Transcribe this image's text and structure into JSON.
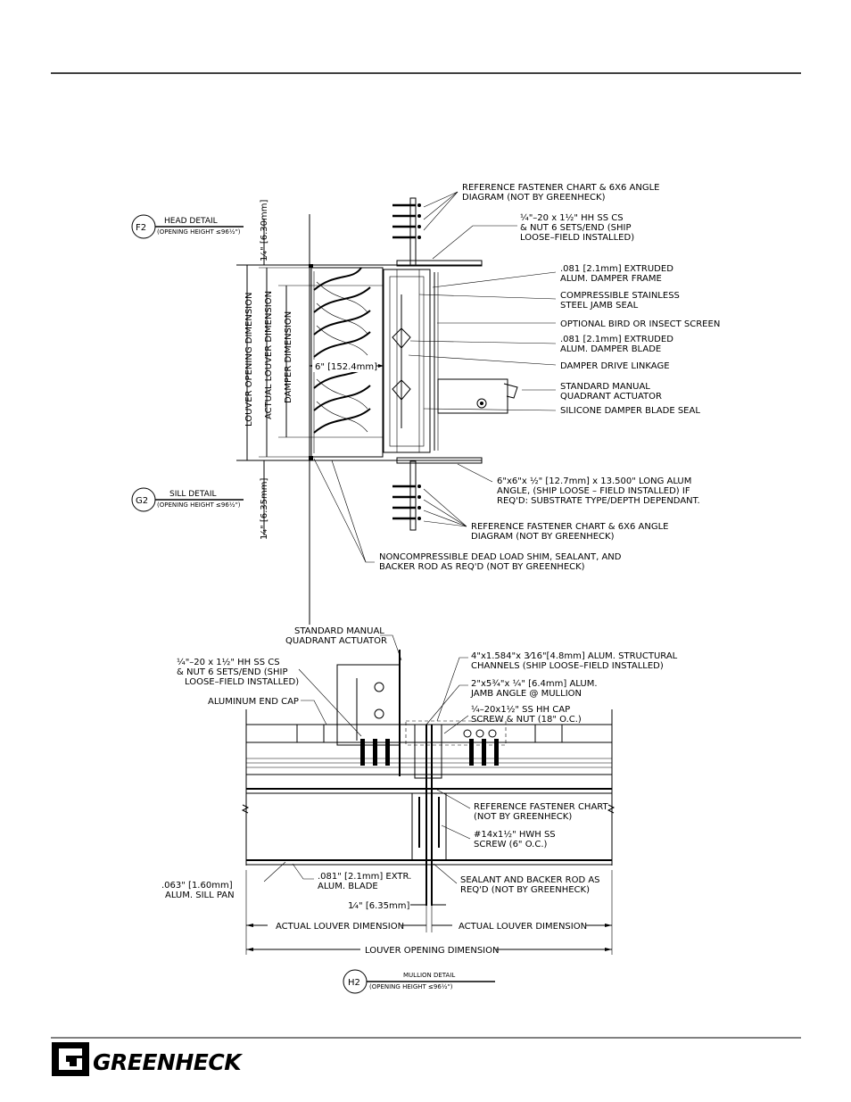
{
  "head_detail": {
    "tag": "F2",
    "title": "HEAD DETAIL",
    "subtitle": "(OPENING HEIGHT ≤96½\")",
    "gap_top": "1⁄₄\" [6.30mm]",
    "dim_louver_opening": "LOUVER OPENING DIMENSION",
    "dim_actual_louver": "ACTUAL LOUVER DIMENSION",
    "dim_damper": "DAMPER DIMENSION",
    "depth_dim": "6\" [152.4mm]",
    "gap_bottom": "1⁄₄\" [6.35mm]"
  },
  "sill_detail": {
    "tag": "G2",
    "title": "SILL DETAIL",
    "subtitle": "(OPENING HEIGHT ≤96½\")"
  },
  "head_callouts": [
    {
      "line1": "REFERENCE FASTENER CHART & 6X6 ANGLE",
      "line2": "DIAGRAM (NOT BY GREENHECK)"
    },
    {
      "line1": "¼\"–20 x 1½\" HH SS CS",
      "line2": "& NUT 6 SETS/END (SHIP",
      "line3": "LOOSE–FIELD INSTALLED)"
    },
    {
      "line1": ".081 [2.1mm] EXTRUDED",
      "line2": "ALUM. DAMPER FRAME"
    },
    {
      "line1": "COMPRESSIBLE STAINLESS",
      "line2": "STEEL JAMB SEAL"
    },
    {
      "line1": "OPTIONAL BIRD OR INSECT SCREEN"
    },
    {
      "line1": ".081 [2.1mm] EXTRUDED",
      "line2": "ALUM. DAMPER BLADE"
    },
    {
      "line1": "DAMPER DRIVE LINKAGE"
    },
    {
      "line1": "STANDARD MANUAL",
      "line2": "QUADRANT ACTUATOR"
    },
    {
      "line1": "SILICONE DAMPER BLADE SEAL"
    },
    {
      "line1": "6\"x6\"x ½\" [12.7mm] x 13.500\" LONG ALUM",
      "line2": "ANGLE, (SHIP LOOSE – FIELD INSTALLED) IF",
      "line3": "REQ'D: SUBSTRATE TYPE/DEPTH DEPENDANT."
    },
    {
      "line1": "REFERENCE FASTENER CHART & 6X6 ANGLE",
      "line2": "DIAGRAM (NOT BY GREENHECK)"
    },
    {
      "line1": "NONCOMPRESSIBLE DEAD LOAD SHIM, SEALANT, AND",
      "line2": "BACKER ROD AS REQ'D (NOT BY GREENHECK)"
    }
  ],
  "mullion_detail": {
    "tag": "H2",
    "title": "MULLION DETAIL",
    "subtitle": "(OPENING HEIGHT ≤96½\")",
    "gap": "1⁄₄\" [6.35mm]",
    "dim_actual_left": "ACTUAL LOUVER DIMENSION",
    "dim_actual_right": "ACTUAL LOUVER DIMENSION",
    "dim_opening": "LOUVER OPENING DIMENSION"
  },
  "mullion_callouts": [
    {
      "line1": "STANDARD MANUAL",
      "line2": "QUADRANT ACTUATOR"
    },
    {
      "line1": "¼\"–20 x 1½\" HH SS CS",
      "line2": "& NUT 6 SETS/END (SHIP",
      "line3": "LOOSE–FIELD INSTALLED)"
    },
    {
      "line1": "ALUMINUM END CAP"
    },
    {
      "line1": "4\"x1.584\"x 3⁄16\"[4.8mm] ALUM. STRUCTURAL",
      "line2": "CHANNELS (SHIP LOOSE–FIELD INSTALLED)"
    },
    {
      "line1": "2\"x5¾\"x ¼\" [6.4mm] ALUM.",
      "line2": "JAMB ANGLE @ MULLION"
    },
    {
      "line1": "¼–20x1½\" SS HH CAP",
      "line2": "SCREW & NUT (18\" O.C.)"
    },
    {
      "line1": "REFERENCE FASTENER CHART",
      "line2": "(NOT BY GREENHECK)"
    },
    {
      "line1": "#14x1½\" HWH SS",
      "line2": "SCREW (6\" O.C.)"
    },
    {
      "line1": "SEALANT AND BACKER ROD AS",
      "line2": "REQ'D (NOT BY GREENHECK)"
    },
    {
      "line1": ".063\" [1.60mm]",
      "line2": "ALUM. SILL PAN"
    },
    {
      "line1": ".081\" [2.1mm] EXTR.",
      "line2": "ALUM. BLADE"
    }
  ],
  "brand": {
    "name": "GREENHECK"
  }
}
